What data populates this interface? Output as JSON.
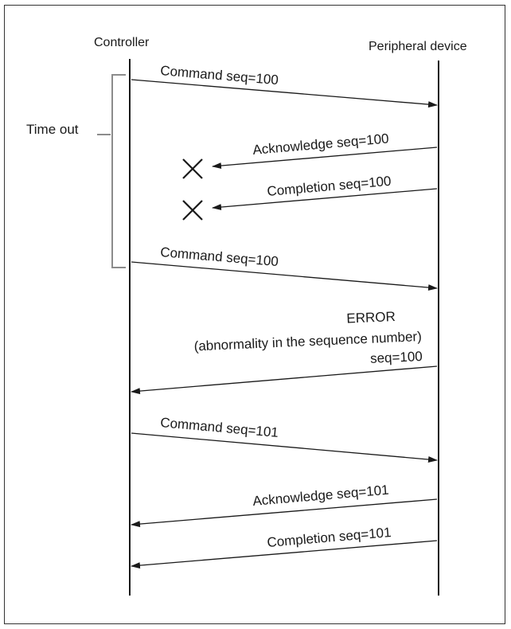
{
  "participants": {
    "controller": "Controller",
    "peripheral": "Peripheral device"
  },
  "timeout_label": "Time out",
  "messages": [
    {
      "id": "cmd1",
      "label": "Command seq=100"
    },
    {
      "id": "ack1",
      "label": "Acknowledge seq=100"
    },
    {
      "id": "comp1",
      "label": "Completion seq=100"
    },
    {
      "id": "cmd2",
      "label": "Command seq=100"
    },
    {
      "id": "err",
      "label_lines": [
        "ERROR",
        "(abnormality in the sequence number)",
        "seq=100"
      ]
    },
    {
      "id": "cmd3",
      "label": "Command seq=101"
    },
    {
      "id": "ack2",
      "label": "Acknowledge seq=101"
    },
    {
      "id": "comp2",
      "label": "Completion seq=101"
    }
  ],
  "colors": {
    "line": "#1a1a1a",
    "bracket": "#8c8c8c",
    "frame": "#333333"
  }
}
